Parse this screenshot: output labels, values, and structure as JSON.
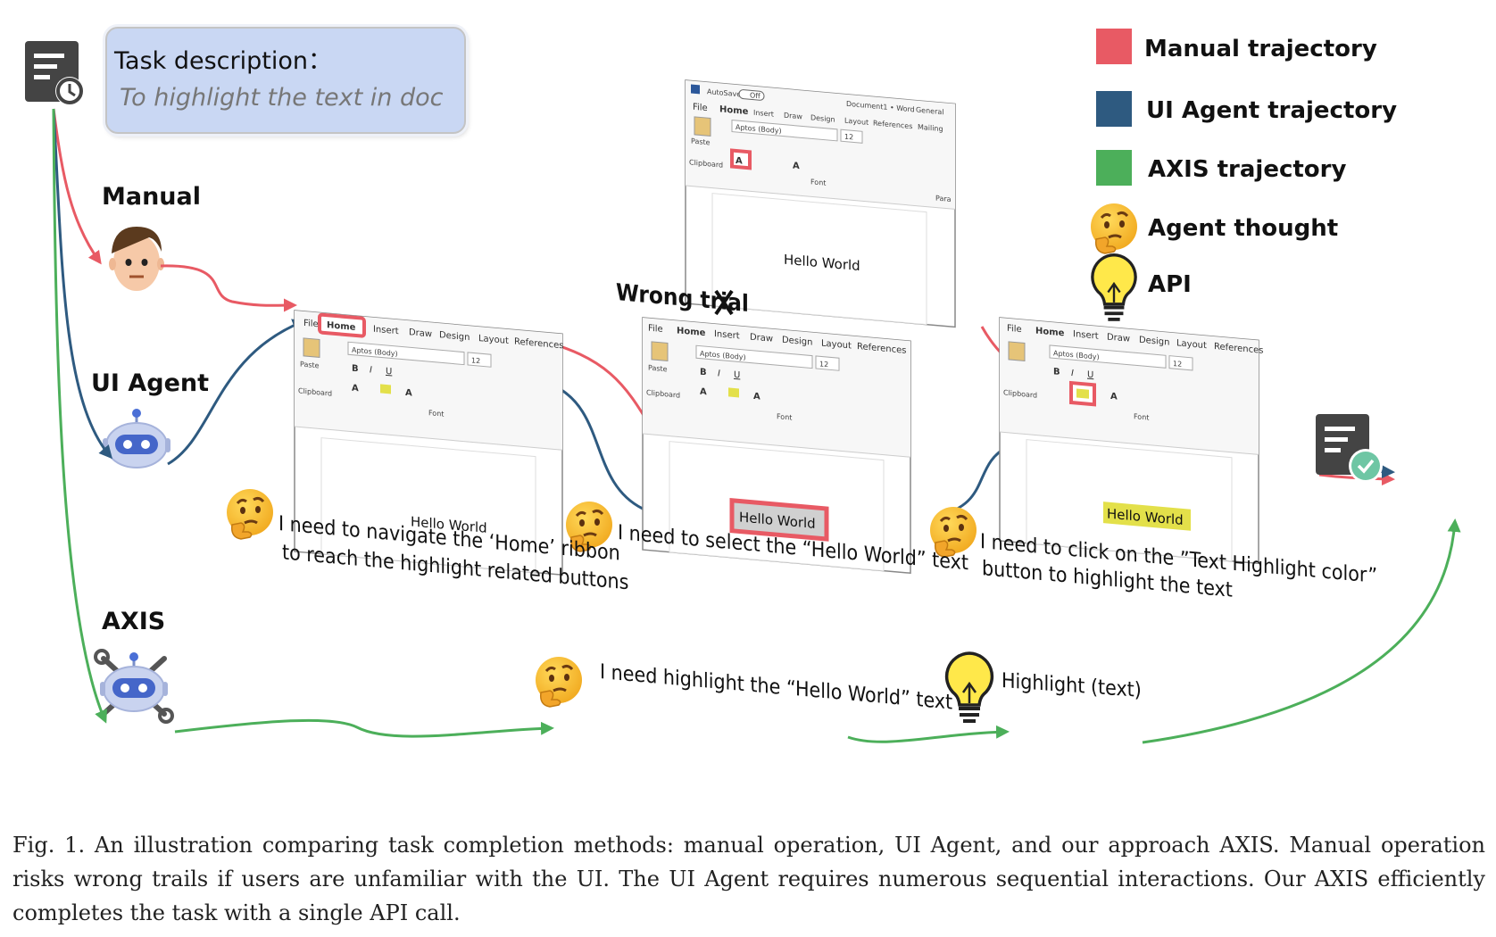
{
  "task": {
    "title": "Task description：",
    "text": "To highlight the text in doc"
  },
  "actors": {
    "manual": "Manual",
    "ui_agent": "UI Agent",
    "axis": "AXIS"
  },
  "legend": [
    {
      "label": "Manual trajectory",
      "color": "#e85a64",
      "icon": "red-square"
    },
    {
      "label": "UI Agent trajectory",
      "color": "#2e5a80",
      "icon": "blue-square"
    },
    {
      "label": "AXIS trajectory",
      "color": "#4caf5a",
      "icon": "green-square"
    },
    {
      "label": "Agent thought",
      "icon": "thinking-face-icon"
    },
    {
      "label": "API",
      "icon": "lightbulb-icon"
    }
  ],
  "wrong_trial": "Wrong trial",
  "doc": {
    "hello_world": "Hello World",
    "tabs": [
      "File",
      "Home",
      "Insert",
      "Draw",
      "Design",
      "Layout",
      "References",
      "Mailing"
    ],
    "font_name": "Aptos (Body)",
    "font_size": "12",
    "paste": "Paste",
    "clipboard": "Clipboard",
    "font_group": "Font",
    "autosave": "AutoSave",
    "off": "Off",
    "document_title": "Document1 • Word",
    "general": "General",
    "para": "Para"
  },
  "thoughts": {
    "t1_line1": "I need to navigate the ‘Home’ ribbon",
    "t1_line2": "to reach the highlight related buttons",
    "t2": "I need to select the “Hello World” text",
    "t3_line1": "I need to click on the ”Text Highlight color”",
    "t3_line2": "button to highlight the text",
    "t4": "I need highlight the “Hello World” text"
  },
  "api_call": "Highlight (text)",
  "caption": "Fig. 1.  An illustration comparing task completion methods: manual operation, UI Agent, and our approach AXIS. Manual operation risks wrong trails if users are unfamiliar with the UI. The UI Agent requires numerous sequential interactions. Our AXIS efficiently completes the task with a single API call.",
  "colors": {
    "manual": "#e85a64",
    "ui_agent": "#2e5a80",
    "axis": "#4caf5a",
    "highlight_yellow": "#e3e04a",
    "task_box": "#c9d7f3"
  }
}
